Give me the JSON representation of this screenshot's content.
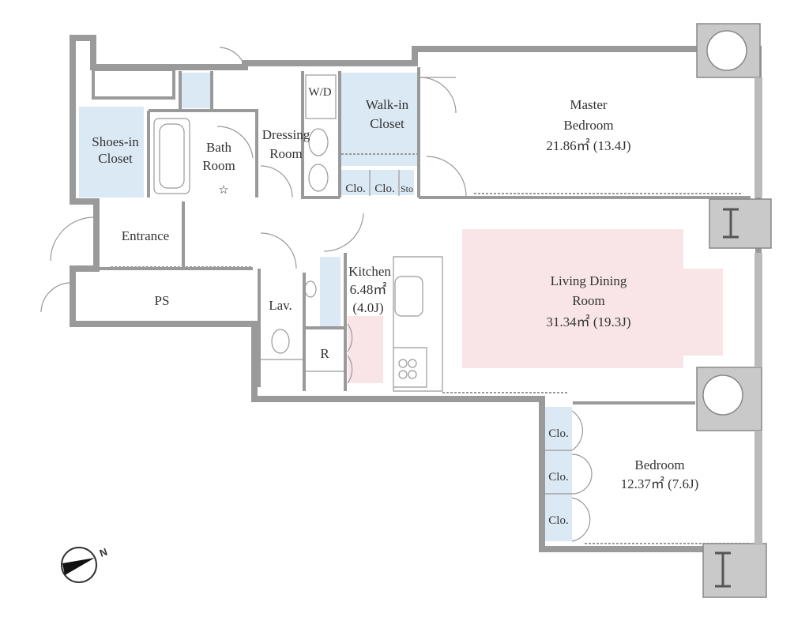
{
  "rooms": {
    "master_bedroom": {
      "line1": "Master",
      "line2": "Bedroom",
      "area": "21.86㎡ (13.4J)"
    },
    "walk_in_closet": {
      "line1": "Walk-in",
      "line2": "Closet"
    },
    "shoes_in_closet": {
      "line1": "Shoes-in",
      "line2": "Closet"
    },
    "bath_room": {
      "line1": "Bath",
      "line2": "Room"
    },
    "dressing_room": {
      "line1": "Dressing",
      "line2": "Room"
    },
    "entrance": "Entrance",
    "ps": "PS",
    "lav": "Lav.",
    "kitchen": {
      "line1": "Kitchen",
      "area": "6.48㎡",
      "jo": "(4.0J)"
    },
    "refrigerator": "R",
    "living_dining": {
      "line1": "Living Dining",
      "line2": "Room",
      "area": "31.34㎡ (19.3J)"
    },
    "bedroom": {
      "line1": "Bedroom",
      "area": "12.37㎡ (7.6J)"
    },
    "washer_dryer": "W/D",
    "closets_top": [
      "Clo.",
      "Clo.",
      "Sto"
    ],
    "closets_bedroom": [
      "Clo.",
      "Clo.",
      "Clo."
    ]
  },
  "compass": {
    "label": "N"
  },
  "colors": {
    "wall": "#9a9a9a",
    "closet": "#dbe9f5",
    "living": "#f9e5e7"
  }
}
